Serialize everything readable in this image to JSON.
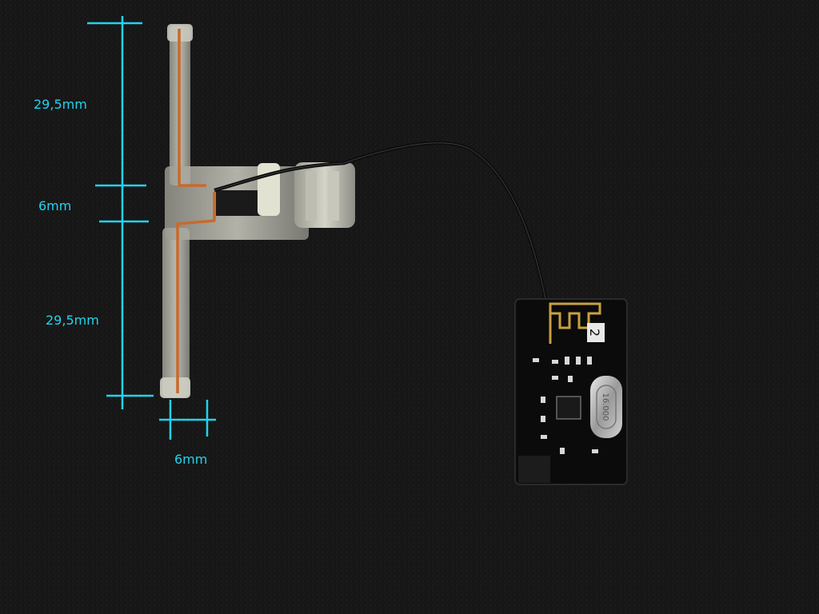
{
  "photo": {
    "subject": "3D-printed dipole antenna connected to nRF24L01 radio module",
    "annotation_color": "#22d3ee",
    "background_color": "#141414"
  },
  "dimensions": {
    "upper_arm": "29,5mm",
    "feed_gap": "6mm",
    "lower_arm": "29,5mm",
    "arm_width": "6mm"
  },
  "module": {
    "pcb_marking": "2",
    "crystal_marking": "16.000"
  }
}
